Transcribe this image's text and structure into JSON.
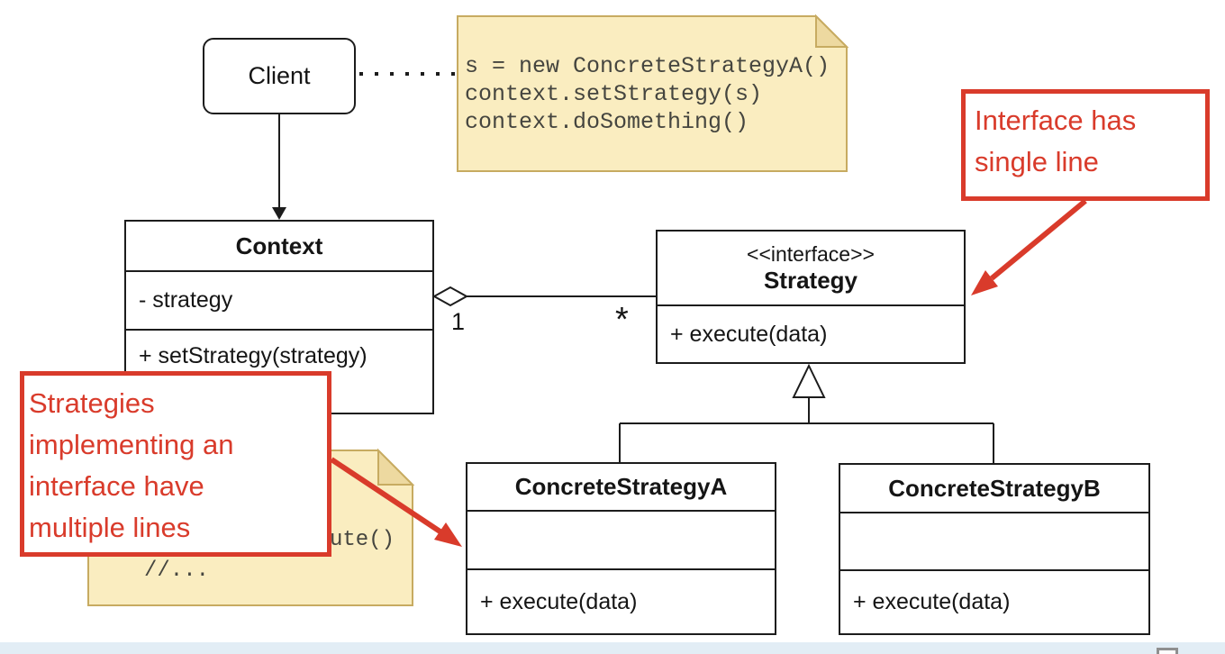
{
  "diagram": {
    "client": {
      "label": "Client"
    },
    "context_class": {
      "title": "Context",
      "attribute": "- strategy",
      "method": "+ setStrategy(strategy)"
    },
    "strategy_interface": {
      "stereotype": "<<interface>>",
      "title": "Strategy",
      "method": "+ execute(data)"
    },
    "concrete_strategy_a": {
      "title": "ConcreteStrategyA",
      "method": "+ execute(data)"
    },
    "concrete_strategy_b": {
      "title": "ConcreteStrategyB",
      "method": "+ execute(data)"
    },
    "association": {
      "context_end_multiplicity": "1",
      "strategy_end_multiplicity": "*"
    }
  },
  "notes": {
    "client_code": {
      "lines": [
        "s = new ConcreteStrategyA()",
        "context.setStrategy(s)",
        "context.doSomething()"
      ]
    },
    "strategy_code": {
      "visible_lines": [
        "ute()",
        "//..."
      ]
    }
  },
  "annotations": {
    "interface_note": {
      "lines": [
        "Interface has",
        "single line"
      ]
    },
    "strategies_note": {
      "lines": [
        "Strategies",
        "implementing an",
        "interface have",
        "multiple lines"
      ]
    }
  },
  "colors": {
    "annotation_red": "#D93B2B",
    "note_fill": "#FAEDC0",
    "note_border": "#C7AB61",
    "note_fold": "#EDD9A0",
    "uml_line": "#1C1C1C",
    "bottom_bar": "#E2EDF5"
  }
}
